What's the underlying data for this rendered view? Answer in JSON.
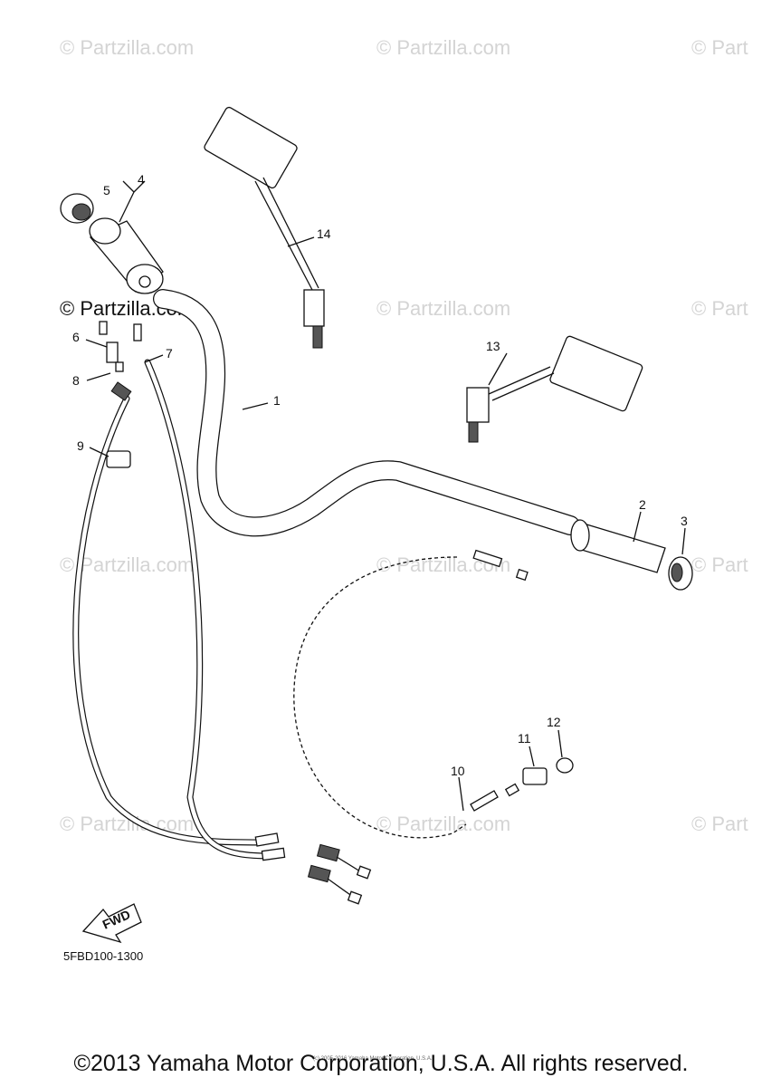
{
  "watermark": {
    "text": "© Partzilla.com",
    "text_clipped": "© Part",
    "overlay_text": "© Partzilla.com"
  },
  "callouts": {
    "p1": "1",
    "p2": "2",
    "p3": "3",
    "p4": "4",
    "p5": "5",
    "p6": "6",
    "p7": "7",
    "p8": "8",
    "p9": "9",
    "p10": "10",
    "p11": "11",
    "p12": "12",
    "p13": "13",
    "p14": "14"
  },
  "direction_label": "FWD",
  "diagram_code": "5FBD100-1300",
  "fine_print": "(c) 2005-2016 Yamaha Motor Corporation, U.S.A.",
  "copyright": "©2013 Yamaha Motor Corporation, U.S.A. All rights reserved."
}
